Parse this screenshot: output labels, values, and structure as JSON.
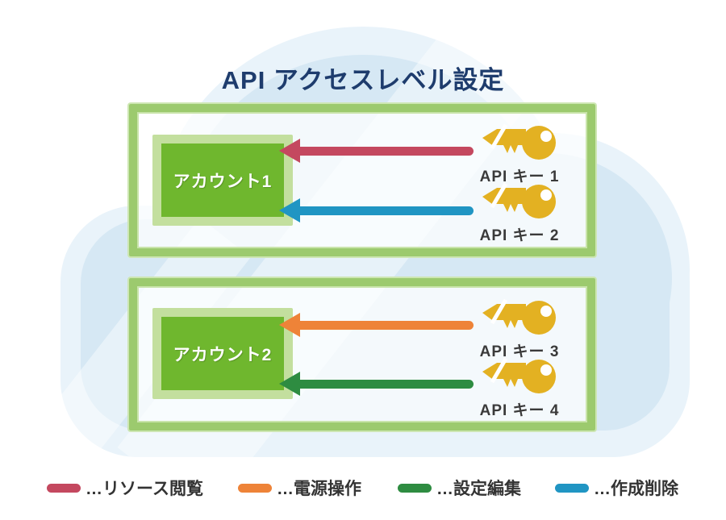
{
  "title": "API アクセスレベル設定",
  "accounts": [
    {
      "name": "アカウント1",
      "keys": [
        {
          "name": "API キー 1",
          "permission": "リソース閲覧",
          "color": "#C4485F"
        },
        {
          "name": "API キー 2",
          "permission": "作成削除",
          "color": "#2095C3"
        }
      ]
    },
    {
      "name": "アカウント2",
      "keys": [
        {
          "name": "API キー 3",
          "permission": "電源操作",
          "color": "#EE8338"
        },
        {
          "name": "API キー 4",
          "permission": "設定編集",
          "color": "#2E8C41"
        }
      ]
    }
  ],
  "legend": [
    {
      "label": "…リソース閲覧",
      "color": "#C4485F"
    },
    {
      "label": "…電源操作",
      "color": "#EE8338"
    },
    {
      "label": "…設定編集",
      "color": "#2E8C41"
    },
    {
      "label": "…作成削除",
      "color": "#2095C3"
    }
  ],
  "colors": {
    "title_navy": "#1E3C6D",
    "account_green": "#6FB72E",
    "account_frame_green": "#C3DF9E",
    "panel_border_green": "#9CCA6E",
    "key_gold": "#E3B122",
    "cloud_inner": "#D6E8F4",
    "cloud_outer": "#E9F3FA"
  }
}
